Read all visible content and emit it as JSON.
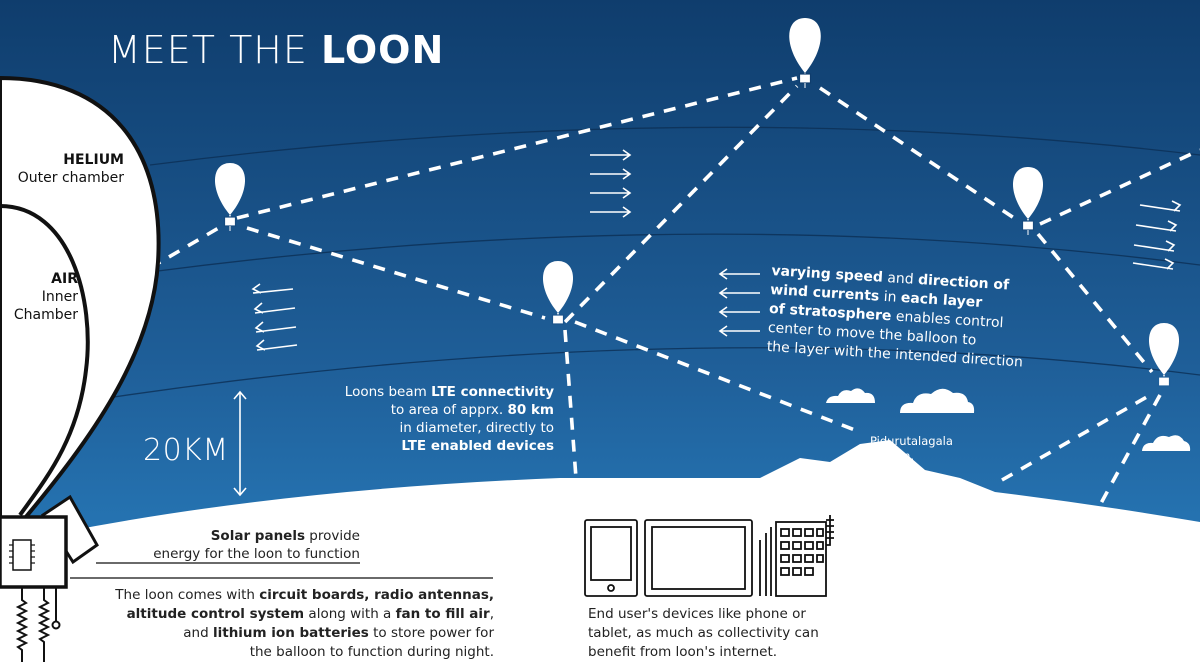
{
  "title": {
    "light": "MEET THE",
    "bold": "LOON"
  },
  "chambers": {
    "helium_name": "HELIUM",
    "helium_desc": "Outer chamber",
    "air_name": "AIR",
    "air_desc_1": "Inner",
    "air_desc_2": "Chamber"
  },
  "altitude_label": "20KM",
  "wind_text": {
    "b1": "varying speed",
    "t1": " and ",
    "b2": "direction of",
    "b3": "wind currents",
    "t2": " in ",
    "b4": "each layer",
    "b5": "of stratosphere",
    "t3": " enables control",
    "t4": "center to move the balloon to",
    "t5": "the layer with the intended direction"
  },
  "lte_text": {
    "t1": "Loons beam ",
    "b1": "LTE connectivity",
    "t2": "to area of apprx. ",
    "b2": "80 km",
    "t3": "in diameter, directly to",
    "b3": "LTE enabled devices"
  },
  "peak": {
    "name": "Pidurutalagala",
    "height": "2524m."
  },
  "solar_text": {
    "b1": "Solar panels",
    "t1": " provide",
    "t2": "energy for the loon to function"
  },
  "loon_text": {
    "t1": "The loon comes with ",
    "b1": "circuit boards, radio antennas,",
    "b2": "altitude control system",
    "t2": " along with a ",
    "b3": "fan to fill air",
    "t3": ",",
    "t4": "and ",
    "b4": "lithium ion batteries",
    "t5": " to store power for",
    "t6": "the balloon to function during night."
  },
  "devices_text": {
    "l1": "End user's devices like phone or",
    "l2": "tablet, as much as collectivity can",
    "l3": "benefit from loon's internet."
  },
  "colors": {
    "sky_top": "#0f3d6d",
    "sky_mid": "#1f5f99",
    "sky_bottom": "#2a83c4",
    "ink": "#ffffff"
  }
}
